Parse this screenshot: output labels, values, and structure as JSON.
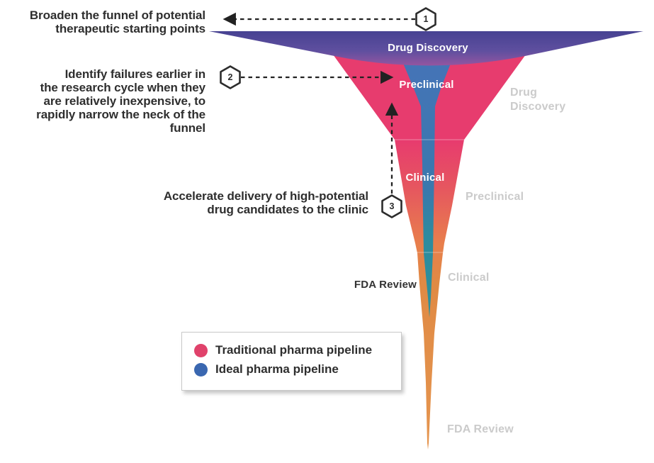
{
  "annotations": [
    {
      "number": "1",
      "text": "Broaden the funnel of potential therapeutic starting points",
      "lines": [
        "Broaden the funnel of potential",
        "therapeutic starting points"
      ]
    },
    {
      "number": "2",
      "text": "Identify failures earlier in the research cycle when they are relatively inexpensive, to rapidly narrow the neck of the funnel",
      "lines": [
        "Identify failures earlier in",
        "the research cycle when they",
        "are relatively inexpensive, to",
        "rapidly narrow the neck of the",
        "funnel"
      ]
    },
    {
      "number": "3",
      "text": "Accelerate delivery of high-potential drug candidates to the clinic",
      "lines": [
        "Accelerate delivery of high-potential",
        "drug candidates to the clinic"
      ]
    }
  ],
  "funnel": {
    "stage_labels": {
      "drug_discovery": "Drug Discovery",
      "preclinical": "Preclinical",
      "clinical": "Clinical",
      "fda_review": "FDA Review"
    },
    "side_labels": {
      "drug_discovery": "Drug Discovery",
      "preclinical": "Preclinical",
      "clinical": "Clinical",
      "fda_review": "FDA Review"
    }
  },
  "legend": {
    "items": [
      {
        "label": "Traditional pharma pipeline",
        "color": "#e0426b"
      },
      {
        "label": "Ideal pharma pipeline",
        "color": "#3a67b0"
      }
    ]
  },
  "colors": {
    "traditional_pink": "#e73c6e",
    "traditional_orange": "#e08a44",
    "ideal_blue": "#4574b7",
    "ideal_teal": "#2d919b",
    "broadened_purple": "#474292",
    "gray_label": "#cbcbcb",
    "annotation_text": "#2e2e2e"
  }
}
